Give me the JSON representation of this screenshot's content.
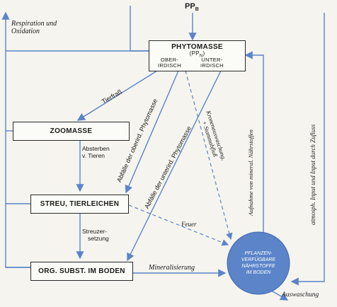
{
  "nodes": {
    "ppb_top": "PP",
    "ppb_sub": "B",
    "phytomasse": "PHYTOMASSE",
    "ppn_paren_open": "(PP",
    "ppn_sub": "N",
    "ppn_paren_close": ")",
    "oberirdisch_1": "OBER-",
    "oberirdisch_2": "IRDISCH",
    "unterirdisch_1": "UNTER-",
    "unterirdisch_2": "IRDISCH",
    "zoomasse": "ZOOMASSE",
    "streu": "STREU, TIERLEICHEN",
    "org_subst": "ORG. SUBST. IM BODEN",
    "pool_1": "PFLANZEN-",
    "pool_2": "VERFÜGBARE",
    "pool_3": "NÄHRSTOFFE",
    "pool_4": "IM BODEN"
  },
  "flows": {
    "respiration_1": "Respiration und",
    "respiration_2": "Oxidation",
    "tierfrass": "Tierfraß",
    "abfaelle_ober": "Abfälle der oberird. Phytomasse",
    "abfaelle_unter": "Abfälle der unterird. Phytomasse",
    "kronen": "Kronenauswaschung,",
    "stamm": "+ Stammabfluß",
    "aufnahme": "Aufnahme von mineral. Nährstoffen",
    "atmosph": "atmosph. Input und Input durch Zufluss",
    "absterben_1": "Absterben",
    "absterben_2": "v. Tieren",
    "zersetzung_1": "Streuzer-",
    "zersetzung_2": "setzung",
    "feuer": "Feuer",
    "mineralisierung": "Mineralisierung",
    "auswaschung": "Auswaschung"
  },
  "colors": {
    "line": "#5b84c9",
    "pool": "#5b84c9",
    "box_border": "#2a2a2a"
  }
}
